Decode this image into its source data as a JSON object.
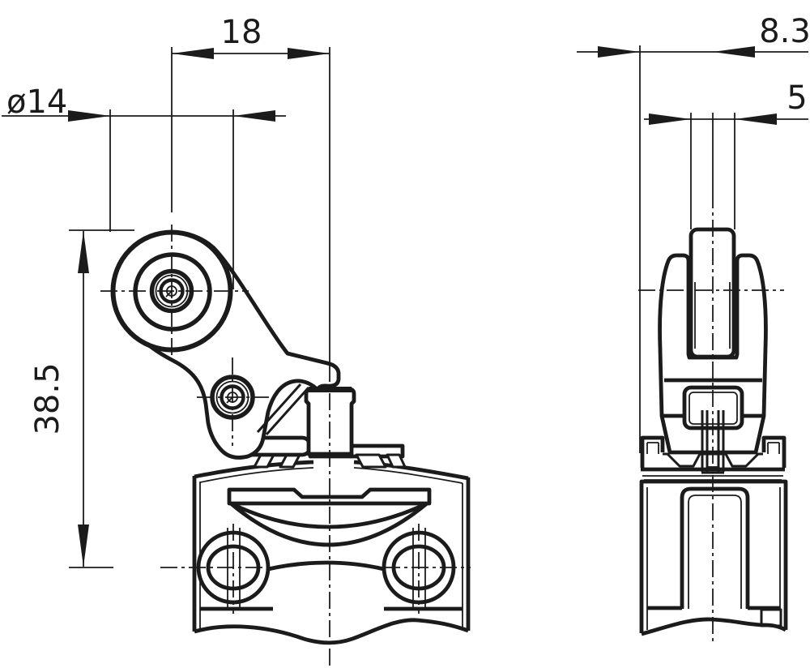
{
  "colors": {
    "line": "#1b1b1b",
    "background": "#ffffff"
  },
  "front_view": {
    "dim_lever_offset": "18",
    "dim_roller_diameter": "ø14",
    "dim_overall_height": "38.5"
  },
  "side_view": {
    "dim_head_depth": "8.3",
    "dim_roller_width": "5"
  }
}
